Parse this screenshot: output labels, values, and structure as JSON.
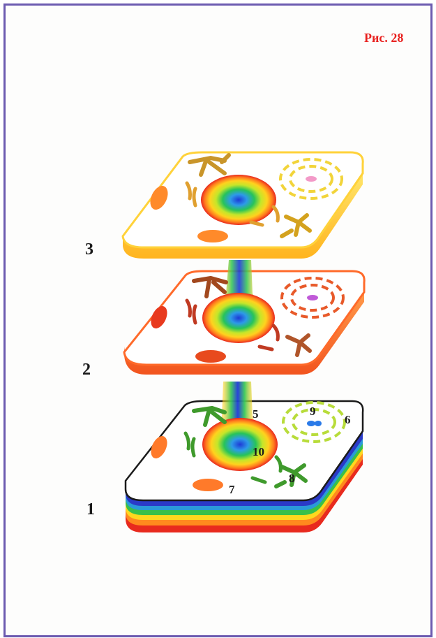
{
  "figure": {
    "caption": "Рис. 28"
  },
  "levels": [
    {
      "number": "3"
    },
    {
      "number": "2"
    },
    {
      "number": "1"
    }
  ],
  "callouts": [
    "5",
    "6",
    "7",
    "8",
    "9",
    "10"
  ],
  "colors": {
    "frame": "#6c5bb0",
    "caption": "#e8201e",
    "layer3": "#ffd23a",
    "layer2": "#ff6a2a",
    "layer1": "#1a1a1a",
    "organelle_green": "#3f9a2c"
  }
}
